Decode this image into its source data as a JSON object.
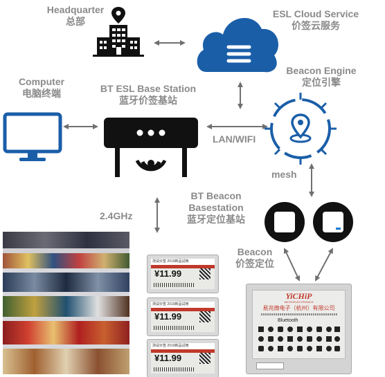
{
  "labels": {
    "headquarter_en": "Headquarter",
    "headquarter_zh": "总部",
    "cloud_en": "ESL Cloud Service",
    "cloud_zh": "价签云服务",
    "computer_en": "Computer",
    "computer_zh": "电脑终端",
    "base_en": "BT ESL Base Station",
    "base_zh": "蓝牙价签基站",
    "engine_en": "Beacon Engine",
    "engine_zh": "定位引擎",
    "lan": "LAN/WIFI",
    "mesh": "mesh",
    "beacon_bs_en1": "BT Beacon",
    "beacon_bs_en2": "Basestation",
    "beacon_bs_zh": "蓝牙定位基站",
    "ghz": "2.4GHz",
    "beacon_en": "Beacon",
    "beacon_zh": "价签定位"
  },
  "esl_tags": [
    {
      "header": "测试价签 2019新品试用",
      "price": "¥11.99"
    },
    {
      "header": "测试价签 2019新品试用",
      "price": "¥11.99"
    },
    {
      "header": "测试价签 2019新品试用",
      "price": "¥11.99"
    }
  ],
  "display": {
    "brand": "YiCHiP",
    "brand_sub": "MICROELECTRONICS",
    "company": "易兆微电子（杭州）有限公司",
    "bluetooth": "Bluetooth"
  },
  "colors": {
    "blue": "#1a5ea8",
    "label_gray": "#8a8a8a",
    "arrow_gray": "#707070"
  }
}
